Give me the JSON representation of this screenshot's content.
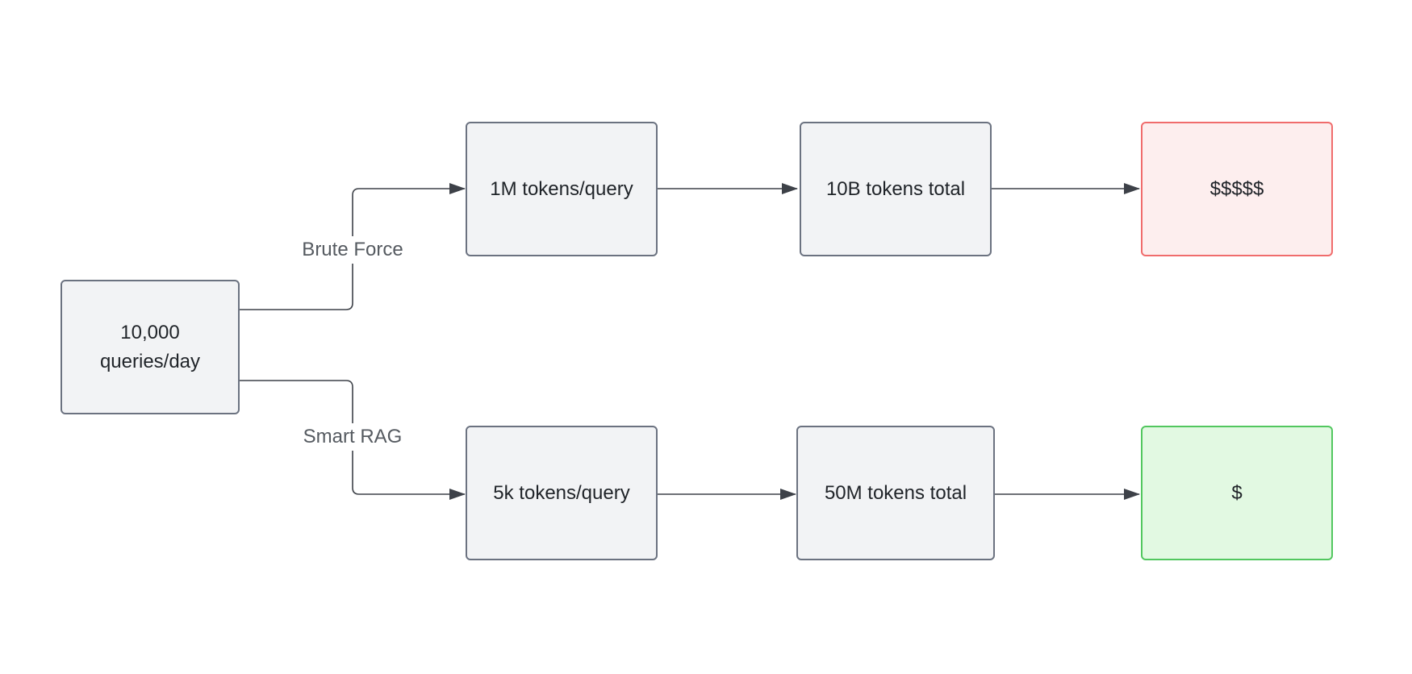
{
  "diagram": {
    "source": {
      "line1": "10,000",
      "line2": "queries/day"
    },
    "branches": {
      "brute_force": {
        "label": "Brute Force",
        "per_query": "1M tokens/query",
        "total": "10B tokens total",
        "cost": "$$$$$"
      },
      "smart_rag": {
        "label": "Smart RAG",
        "per_query": "5k tokens/query",
        "total": "50M tokens total",
        "cost": "$"
      }
    }
  },
  "colors": {
    "node_fill": "#f2f3f5",
    "node_border": "#6b7280",
    "edge": "#3d4148",
    "expensive_fill": "#fdeeee",
    "expensive_border": "#f06c6c",
    "cheap_fill": "#e2f9e2",
    "cheap_border": "#52c75f"
  }
}
